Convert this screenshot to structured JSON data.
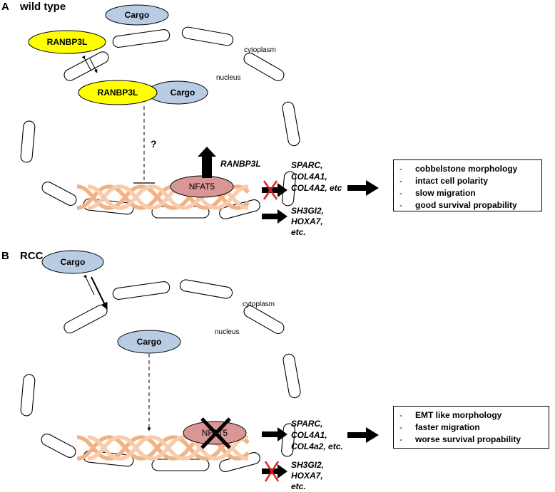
{
  "panel_a": {
    "letter": "A",
    "title": "wild type",
    "cargo_outside": "Cargo",
    "ranbp3l_outside": "RANBP3L",
    "ranbp3l_nucleus": "RANBP3L",
    "cargo_nucleus": "Cargo",
    "cytoplasm": "cytoplasm",
    "nucleus": "nucleus",
    "question": "?",
    "nfat5": "NFAT5",
    "ranbp3l_gene": "RANBP3L",
    "genes_repressed": [
      "SPARC,",
      "COL4A1,",
      "COL4A2, etc"
    ],
    "genes_induced": [
      "SH3GI2,",
      "HOXA7,",
      "etc."
    ],
    "outcomes": [
      "cobbelstone morphology",
      "intact cell polarity",
      "slow migration",
      "good survival propability"
    ]
  },
  "panel_b": {
    "letter": "B",
    "title": "RCC",
    "cargo_outside": "Cargo",
    "cargo_nucleus": "Cargo",
    "cytoplasm": "cytoplasm",
    "nucleus": "nucleus",
    "nfat5": "NFAT5",
    "genes_induced": [
      "SPARC,",
      "COL4A1,",
      "COL4a2, etc."
    ],
    "genes_repressed": [
      "SH3GI2,",
      "HOXA7,",
      "etc."
    ],
    "outcomes": [
      "EMT like morphology",
      "faster migration",
      "worse survival propability"
    ]
  },
  "colors": {
    "ranbp3l": "#ffff00",
    "cargo": "#b8cce4",
    "nfat5": "#d99694",
    "dna": "#f4b183",
    "block_cross": "#e02020"
  }
}
